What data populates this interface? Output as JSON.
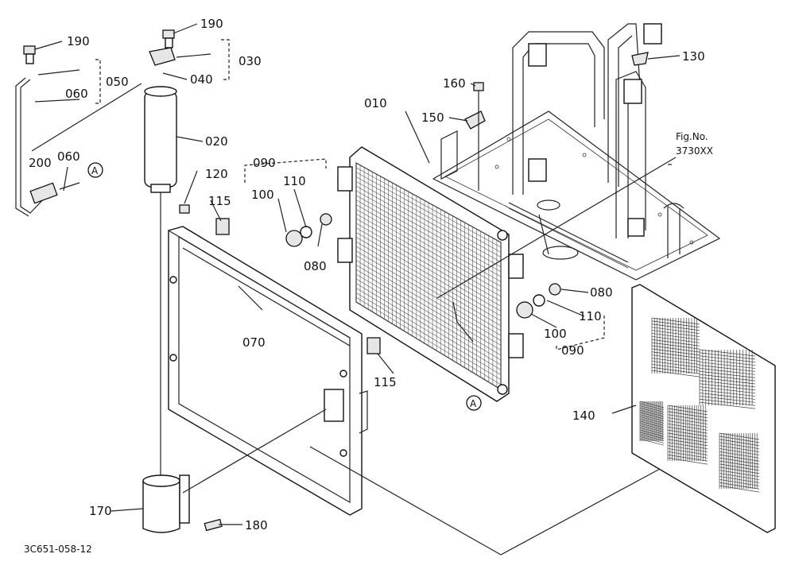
{
  "diagram": {
    "figure_code": "3C651-058-12",
    "fig_label": "Fig.No.",
    "fig_number": "3730XX",
    "callout_marker": "A",
    "labels": {
      "p010": "010",
      "p020": "020",
      "p030": "030",
      "p040": "040",
      "p050": "050",
      "p060a": "060",
      "p060b": "060",
      "p070": "070",
      "p080a": "080",
      "p080b": "080",
      "p090a": "090",
      "p090b": "090",
      "p100a": "100",
      "p100b": "100",
      "p110a": "110",
      "p110b": "110",
      "p115a": "115",
      "p115b": "115",
      "p120": "120",
      "p130": "130",
      "p140": "140",
      "p150": "150",
      "p160": "160",
      "p170": "170",
      "p180": "180",
      "p190a": "190",
      "p190b": "190",
      "p200": "200"
    }
  }
}
